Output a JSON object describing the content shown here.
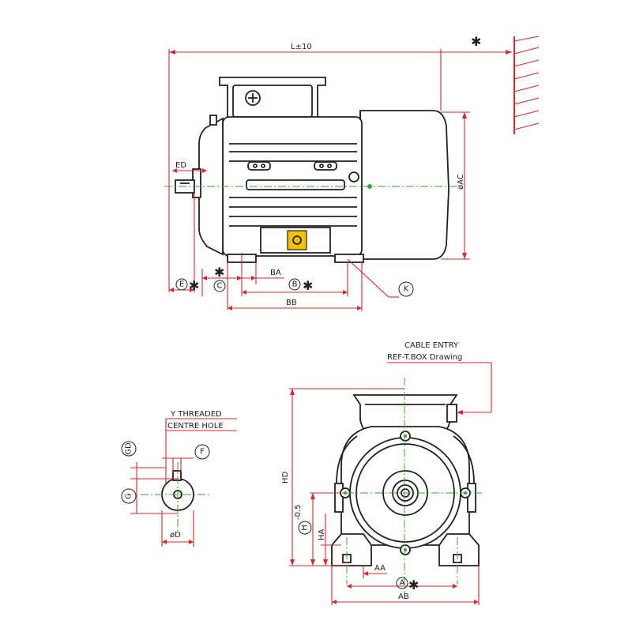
{
  "side_view": {
    "length_label": "L±10",
    "ed_label": "ED",
    "ac_label": "øAC",
    "ba_label": "BA",
    "bb_label": "BB",
    "e_label": "E",
    "c_label": "C",
    "b_label": "B",
    "k_label": "K",
    "star": "✱"
  },
  "shaft_view": {
    "y_threaded_label": "Y THREADED",
    "centre_hole_label": "CENTRE HOLE",
    "gd_label": "GD",
    "f_label": "F",
    "g_label": "G",
    "d_label": "øD"
  },
  "front_view": {
    "cable_entry_label": "CABLE ENTRY",
    "ref_tbox_label": "REF-T.BOX Drawing",
    "hd_label": "HD",
    "h_label": "H",
    "h_tol_label": "-0.5",
    "ha_label": "HA",
    "aa_label": "AA",
    "a_label": "A",
    "ab_label": "AB",
    "star": "✱"
  },
  "colors": {
    "dimension_lines": "#d9272e",
    "centre_lines": "#3aa635",
    "outlines": "#222222",
    "terminal_box_earth": "#f2c200"
  }
}
